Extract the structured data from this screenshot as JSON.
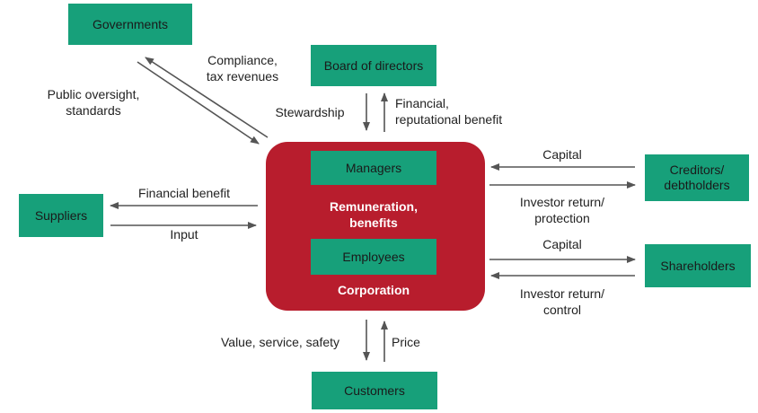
{
  "colors": {
    "box_fill": "#17A07A",
    "corporation_fill": "#B81D2D",
    "arrow": "#555555",
    "inner_text": "#FFFFFF"
  },
  "nodes": {
    "governments": "Governments",
    "board": "Board of directors",
    "creditors": "Creditors/\ndebtholders",
    "suppliers": "Suppliers",
    "shareholders": "Shareholders",
    "customers": "Customers",
    "managers": "Managers",
    "employees": "Employees"
  },
  "corporation": {
    "remuneration": "Remuneration,\nbenefits",
    "title": "Corporation"
  },
  "edges": {
    "compliance": "Compliance,\ntax revenues",
    "public_oversight": "Public oversight,\nstandards",
    "stewardship": "Stewardship",
    "financial_reputational": "Financial,\nreputational benefit",
    "capital_creditors": "Capital",
    "investor_return_protection": "Investor return/\nprotection",
    "financial_benefit": "Financial benefit",
    "input": "Input",
    "capital_shareholders": "Capital",
    "investor_return_control": "Investor return/\ncontrol",
    "value_service_safety": "Value, service, safety",
    "price": "Price"
  }
}
